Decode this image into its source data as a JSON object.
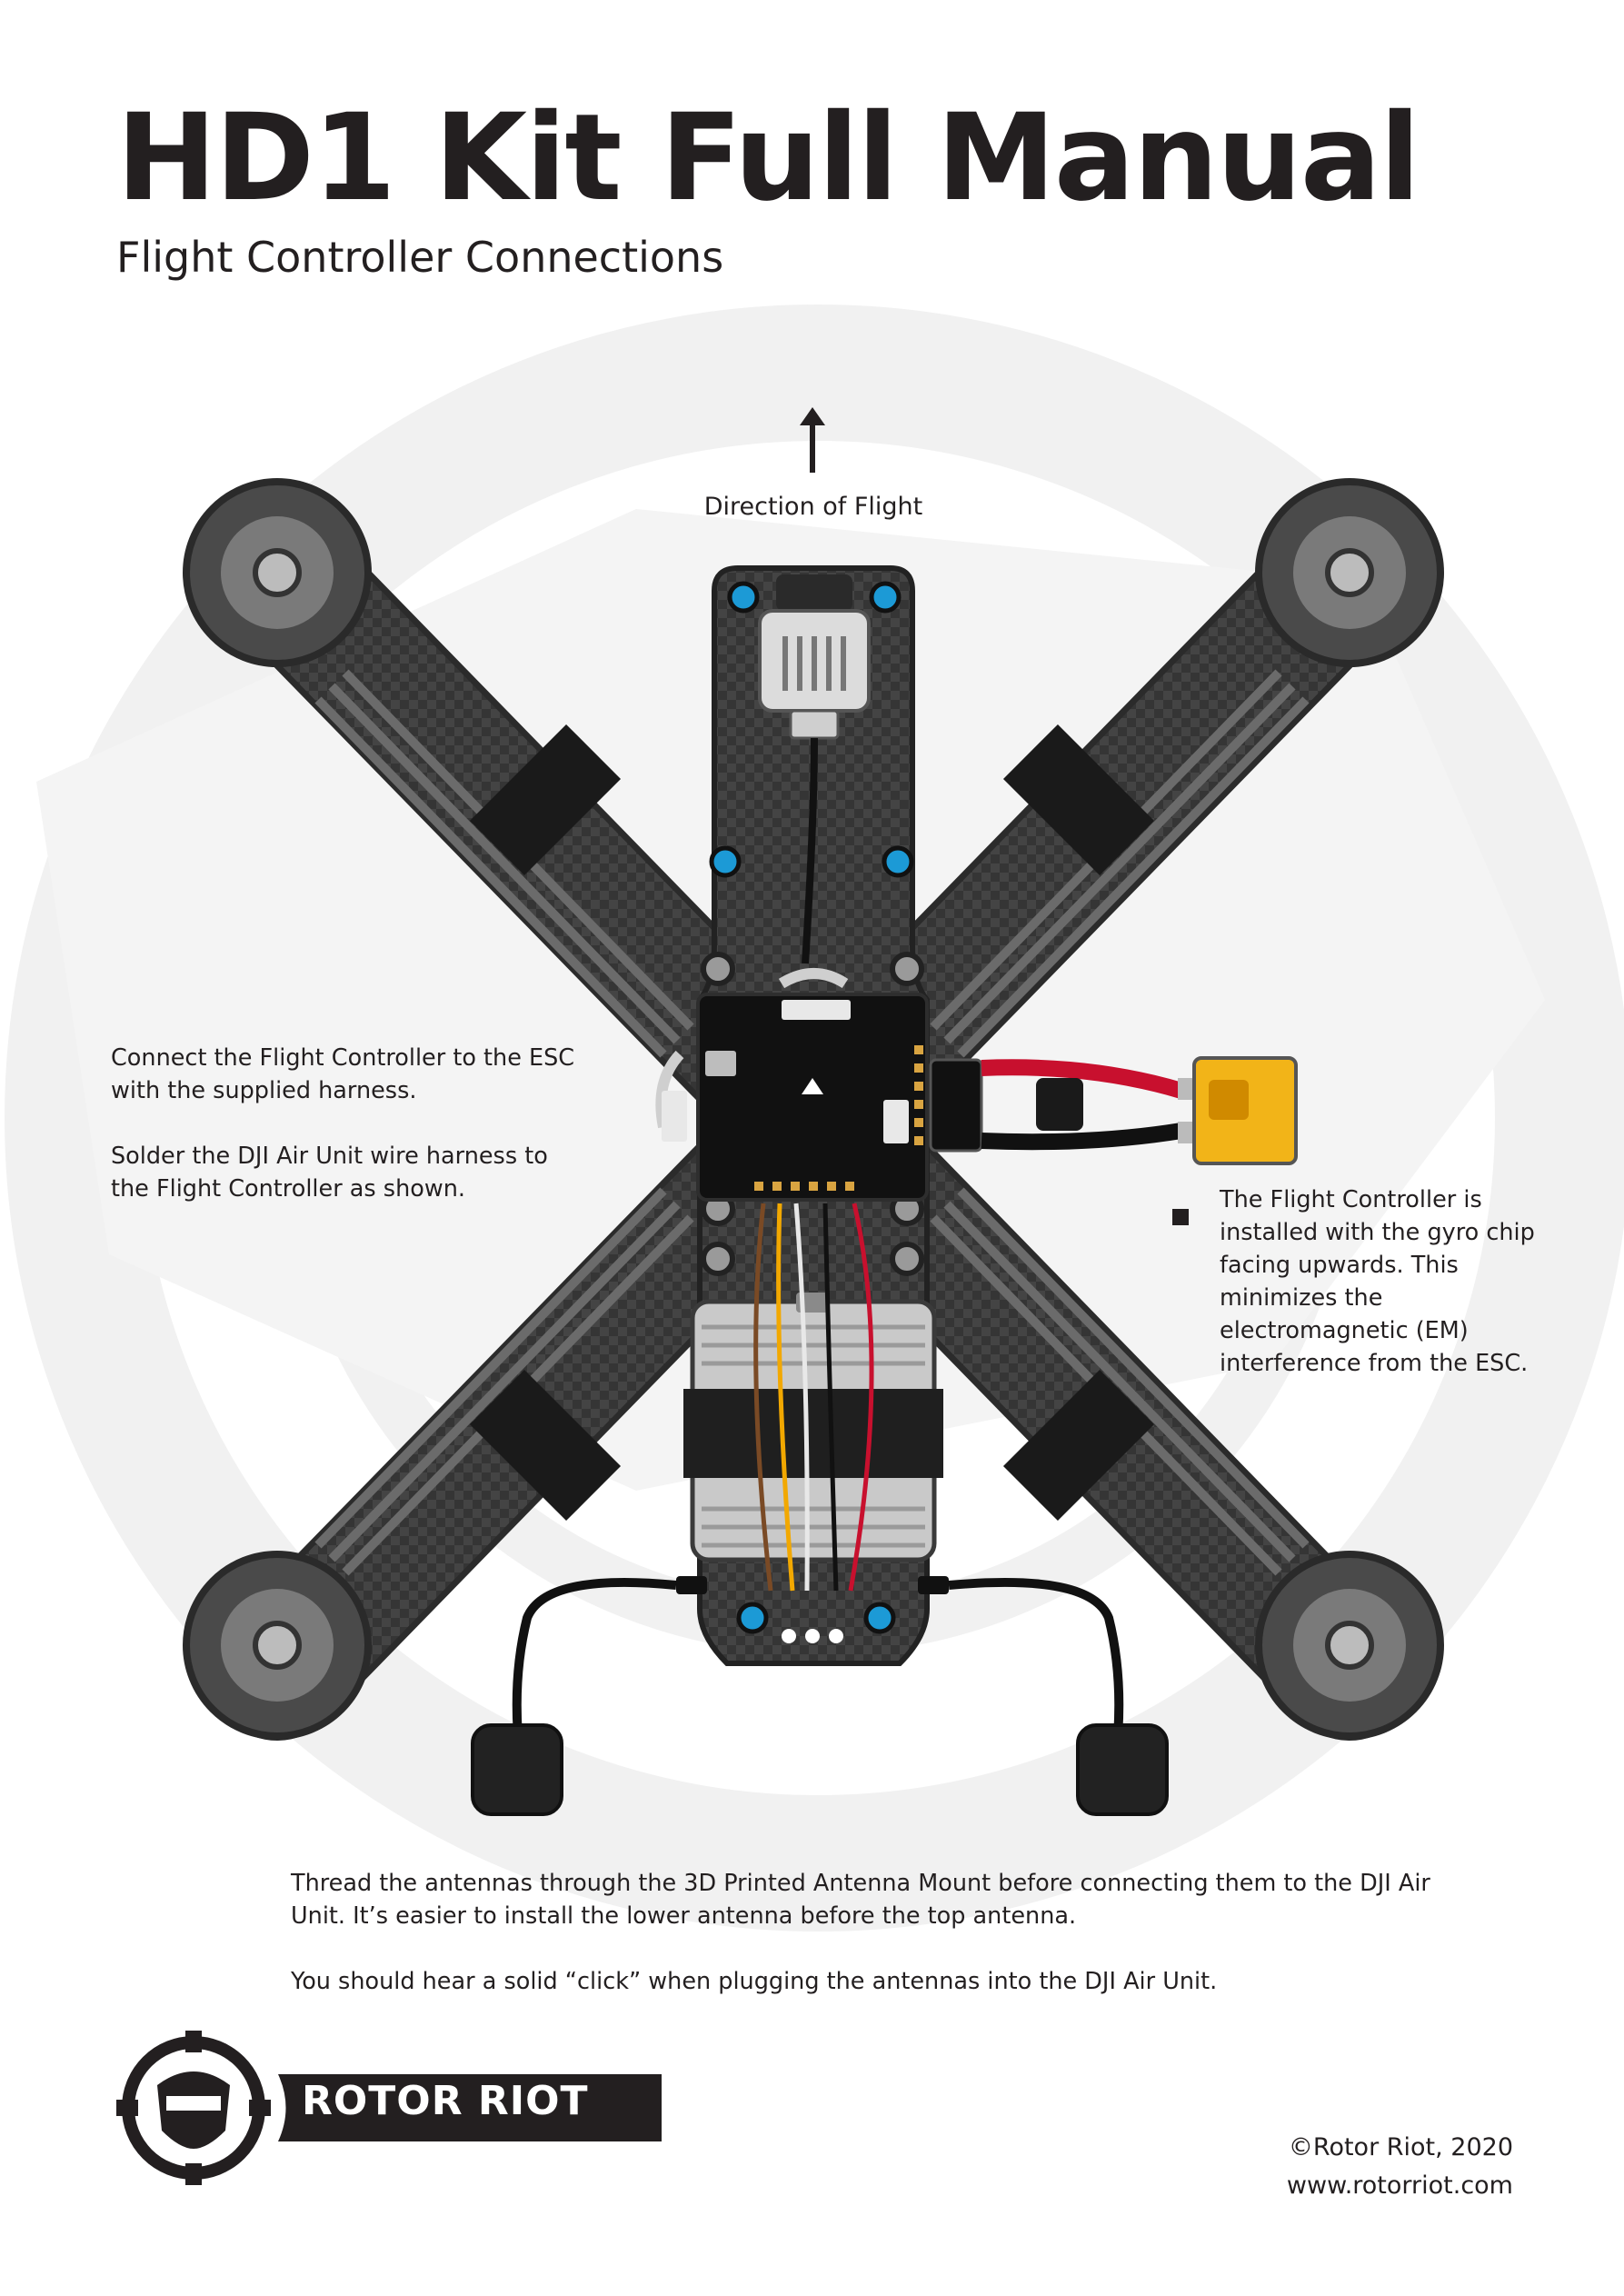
{
  "header": {
    "title": "HD1 Kit Full Manual",
    "subtitle": "Flight Controller Connections"
  },
  "diagram": {
    "direction_label": "Direction of Flight"
  },
  "notes": {
    "left_1": "Connect the Flight Controller to the ESC with the supplied harness.",
    "left_2": "Solder the DJI Air Unit wire harness to the Flight Controller as shown.",
    "right": "The Flight Controller is installed with the gyro chip facing upwards. This minimizes the electromagnetic (EM) interference from the ESC.",
    "bottom_1": "Thread the antennas through the 3D Printed Antenna Mount before connecting them to the DJI Air Unit. It’s easier to install the lower antenna before the top antenna.",
    "bottom_2": "You should hear a solid “click” when plugging the antennas into the DJI Air Unit."
  },
  "brand": {
    "logo_text": "ROTOR RIOT"
  },
  "footer": {
    "copyright": "©Rotor Riot, 2020",
    "website": "www.rotorriot.com"
  },
  "colors": {
    "text": "#231f20",
    "carbon": "#3a3a3a",
    "screw_blue": "#1c9ad6",
    "battery_yellow": "#f2b418",
    "power_red": "#c8102e"
  }
}
